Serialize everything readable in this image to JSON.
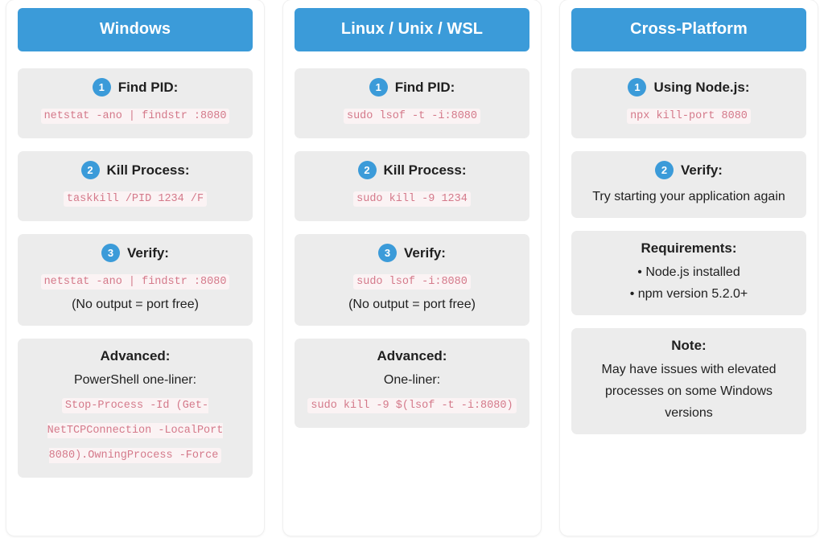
{
  "columns": [
    {
      "name": "windows",
      "header": "Windows",
      "steps": [
        {
          "badge": "1",
          "title": "Find PID:",
          "code": "netstat -ano | findstr :8080",
          "lines": []
        },
        {
          "badge": "2",
          "title": "Kill Process:",
          "code": "taskkill /PID 1234 /F",
          "lines": []
        },
        {
          "badge": "3",
          "title": "Verify:",
          "code": "netstat -ano | findstr :8080",
          "lines": [
            "(No output = port free)"
          ]
        },
        {
          "badge": "",
          "title": "Advanced:",
          "subtitle": "PowerShell one-liner:",
          "code": "Stop-Process -Id (Get-NetTCPConnection -LocalPort 8080).OwningProcess -Force",
          "lines": []
        }
      ]
    },
    {
      "name": "linux-unix-wsl",
      "header": "Linux / Unix / WSL",
      "steps": [
        {
          "badge": "1",
          "title": "Find PID:",
          "code": "sudo lsof -t -i:8080",
          "lines": []
        },
        {
          "badge": "2",
          "title": "Kill Process:",
          "code": "sudo kill -9 1234",
          "lines": []
        },
        {
          "badge": "3",
          "title": "Verify:",
          "code": "sudo lsof -i:8080",
          "lines": [
            "(No output = port free)"
          ]
        },
        {
          "badge": "",
          "title": "Advanced:",
          "subtitle": "One-liner:",
          "code": "sudo kill -9 $(lsof -t -i:8080)",
          "lines": []
        }
      ]
    },
    {
      "name": "cross-platform",
      "header": "Cross-Platform",
      "steps": [
        {
          "badge": "1",
          "title": "Using Node.js:",
          "code": "npx kill-port 8080",
          "lines": []
        },
        {
          "badge": "2",
          "title": "Verify:",
          "code": "",
          "lines": [
            "Try starting your application again"
          ]
        },
        {
          "badge": "",
          "title": "Requirements:",
          "code": "",
          "lines": [
            "• Node.js installed",
            "• npm version 5.2.0+"
          ]
        },
        {
          "badge": "",
          "title": "Note:",
          "code": "",
          "lines": [
            "May have issues with elevated processes on some Windows versions"
          ]
        }
      ]
    }
  ],
  "colors": {
    "accent_blue": "#3b9bd9",
    "step_background": "#ececec",
    "code_text": "#d4798a",
    "code_background": "#fbf3f4",
    "card_background": "#ffffff",
    "page_background": "#ffffff"
  }
}
